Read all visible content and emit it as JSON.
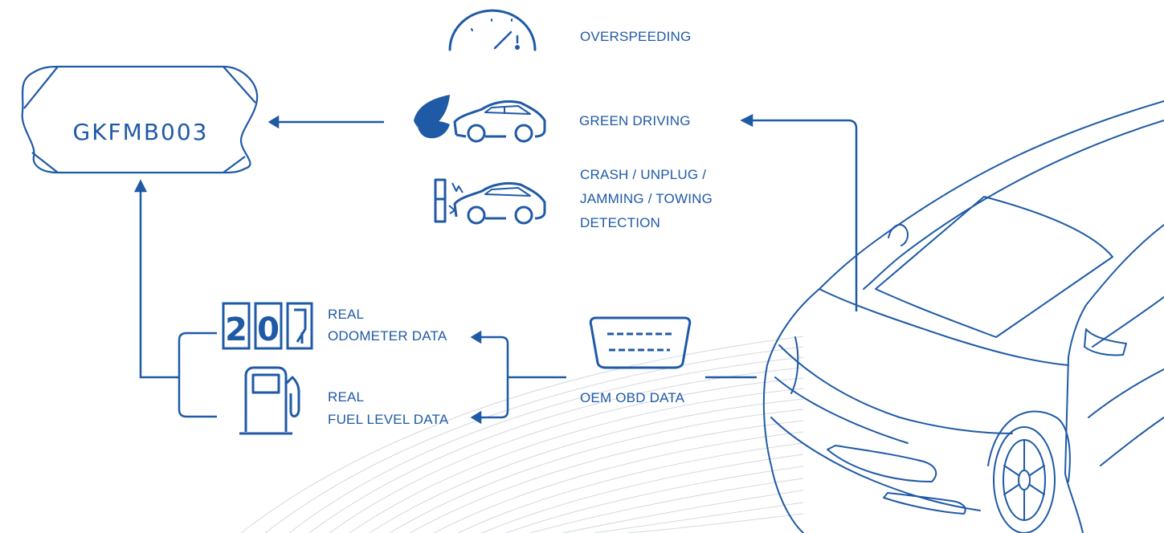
{
  "device": {
    "name": "GKFMB003"
  },
  "features": {
    "overspeeding": "OVERSPEEDING",
    "green_driving": "GREEN DRIVING",
    "crash_detection": [
      "CRASH  /  UNPLUG  /",
      "JAMMING  /  TOWING",
      "DETECTION"
    ]
  },
  "data_sources": {
    "odometer": [
      "REAL",
      "ODOMETER DATA"
    ],
    "fuel": [
      "REAL",
      "FUEL LEVEL DATA"
    ],
    "obd": "OEM OBD DATA"
  },
  "odometer_digits": [
    "2",
    "0"
  ],
  "icons": [
    "speedometer-icon",
    "leaf-icon",
    "car-icon",
    "crash-car-icon",
    "odometer-icon",
    "fuel-pump-icon",
    "obd-port-icon"
  ],
  "colors": {
    "accent": "#1f5aa6",
    "terrain": "#d4d8de"
  }
}
